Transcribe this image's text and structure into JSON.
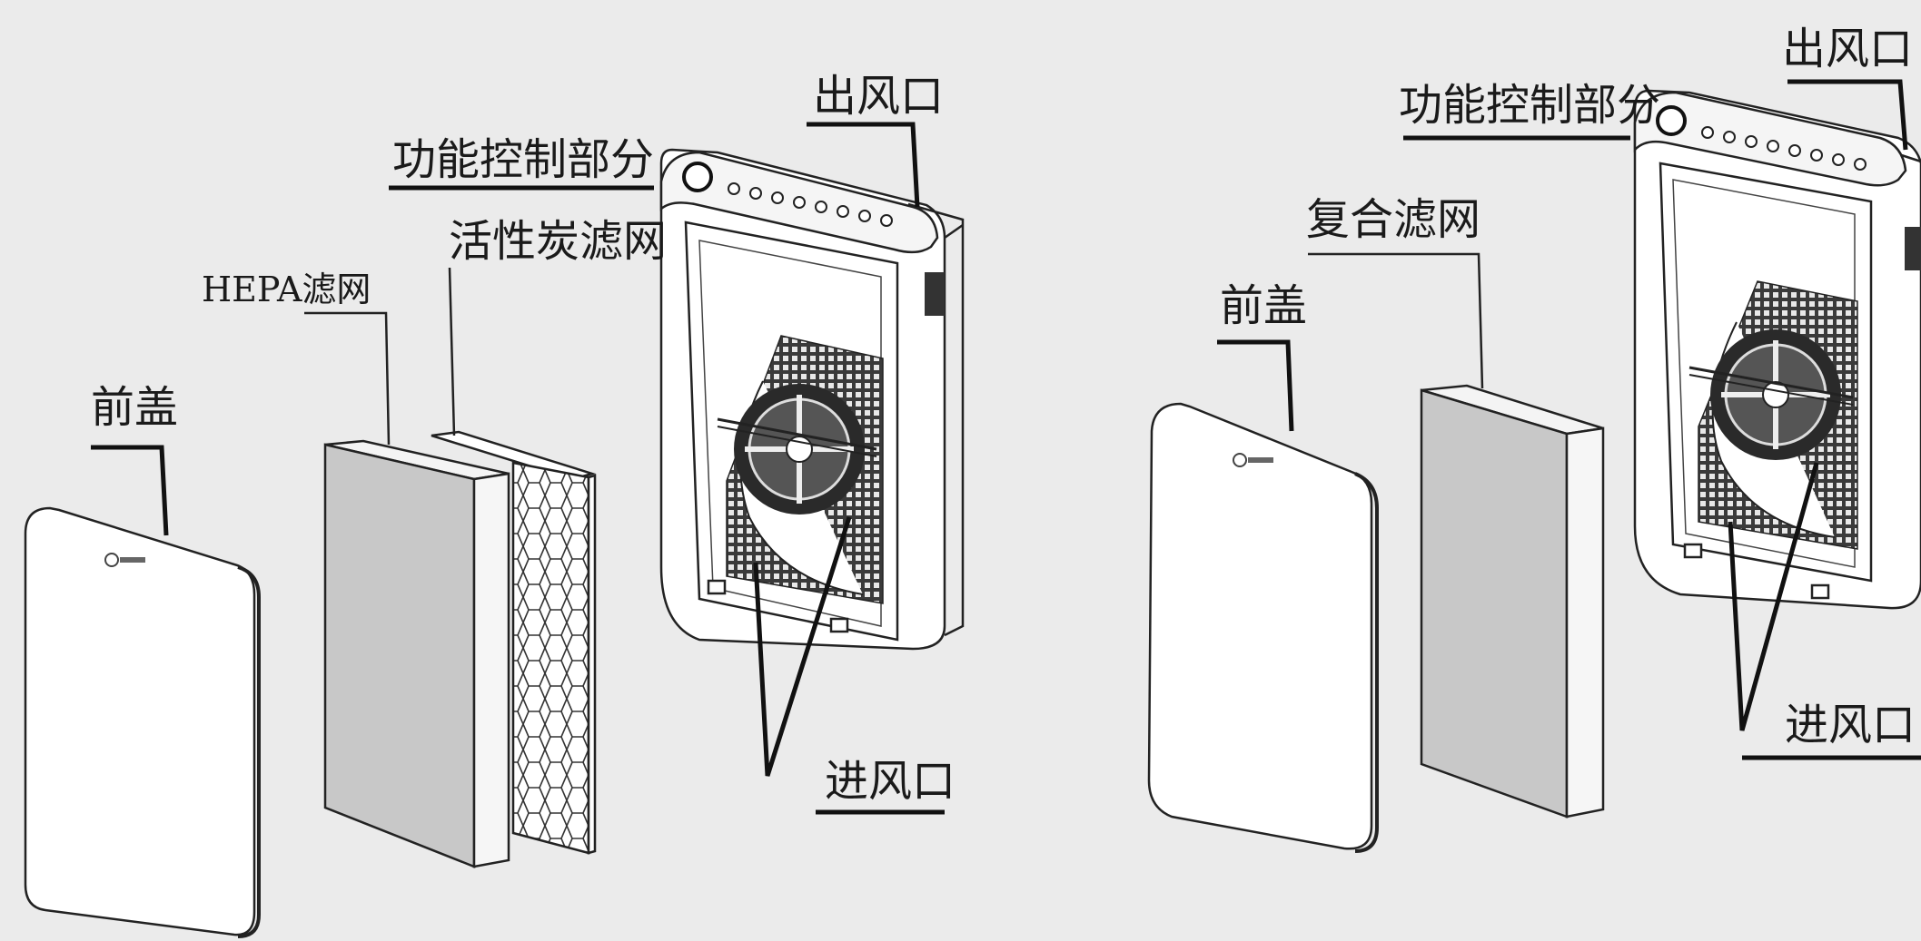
{
  "left_diagram": {
    "labels": {
      "outlet": "出风口",
      "control": "功能控制部分",
      "hepa": "HEPA滤网",
      "carbon": "活性炭滤网",
      "front_cover": "前盖",
      "inlet": "进风口"
    }
  },
  "right_diagram": {
    "labels": {
      "outlet": "出风口",
      "control": "功能控制部分",
      "composite": "复合滤网",
      "front_cover": "前盖",
      "inlet": "进风口"
    }
  },
  "colors": {
    "background": "#ebebeb",
    "panel": "#ffffff",
    "filter_gray": "#c8c8c8",
    "line": "#111111"
  },
  "icons": [
    "brand-logo-icon",
    "control-knob-icon",
    "fan-icon"
  ]
}
